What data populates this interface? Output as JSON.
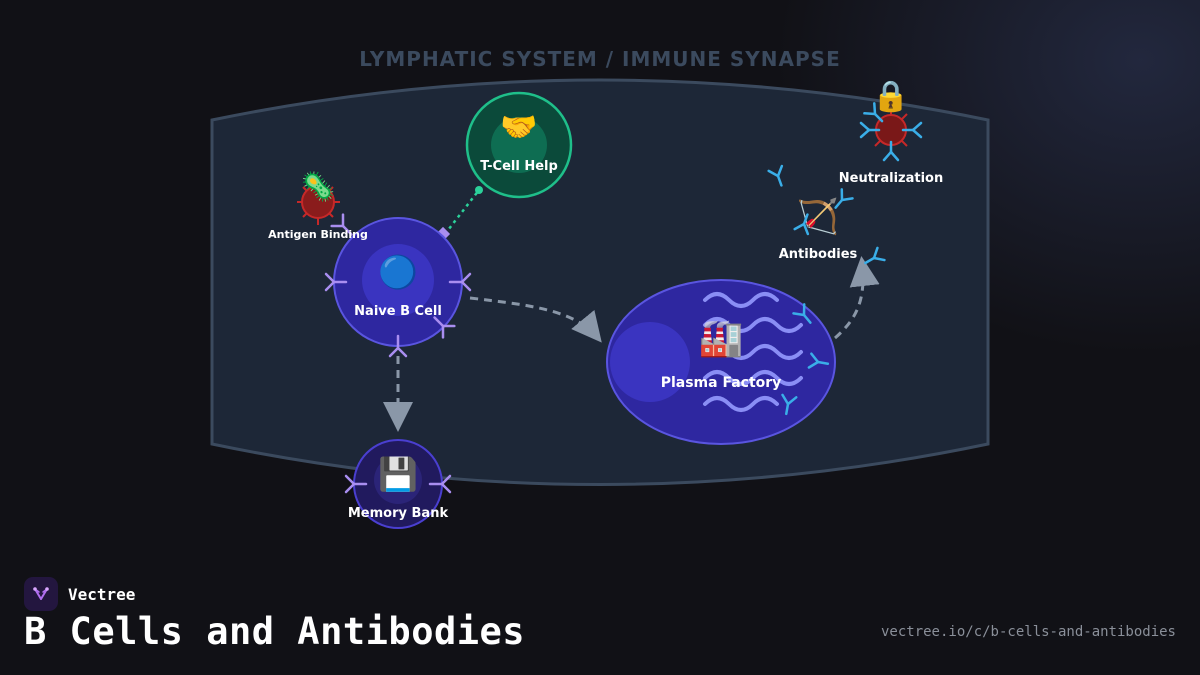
{
  "diagram": {
    "heading": "LYMPHATIC SYSTEM / IMMUNE SYNAPSE",
    "nodes": {
      "naive_b_cell": {
        "label": "Naive B Cell",
        "icon": "blue-circle-icon"
      },
      "t_cell_help": {
        "label": "T-Cell Help",
        "icon": "handshake-icon"
      },
      "antigen_binding": {
        "label": "Antigen Binding",
        "icon": "microbe-icon"
      },
      "memory_bank": {
        "label": "Memory Bank",
        "icon": "floppy-disk-icon"
      },
      "plasma_factory": {
        "label": "Plasma Factory",
        "icon": "factory-icon"
      },
      "antibodies": {
        "label": "Antibodies",
        "icon": "bow-and-arrow-icon"
      },
      "neutralization": {
        "label": "Neutralization",
        "icon": "lock-icon"
      }
    },
    "colors": {
      "naive_cell": "#3a2fb0",
      "t_cell": "#0b5a45",
      "t_cell_border": "#1fbf8a",
      "plasma": "#3a2fb0",
      "plasma_border": "#5a55e0",
      "antibody": "#3aaee8",
      "receptor": "#a98ef0",
      "virus": "#c62828",
      "arrow": "#8a97a8"
    }
  },
  "footer": {
    "brand": "Vectree",
    "title": "B Cells and Antibodies",
    "url": "vectree.io/c/b-cells-and-antibodies"
  }
}
